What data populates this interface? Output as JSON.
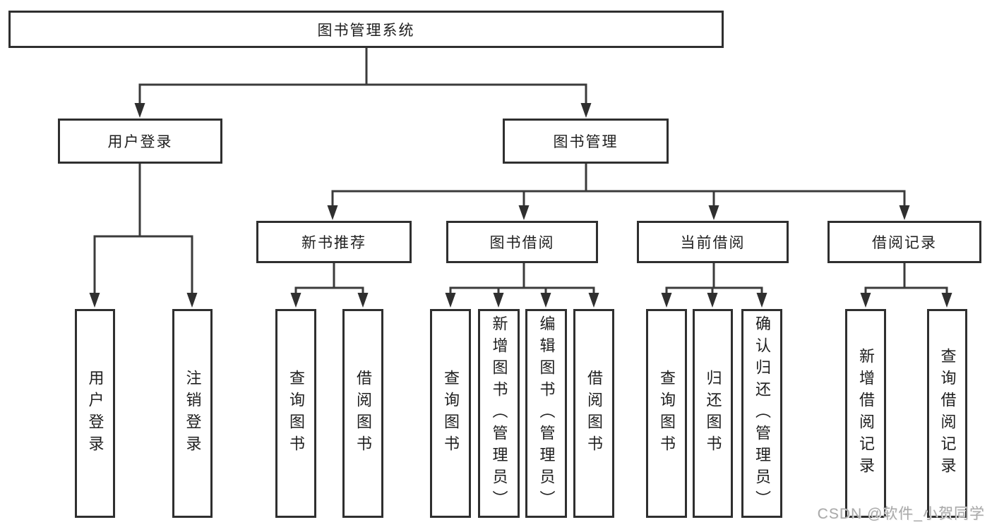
{
  "diagram_title": "图书管理系统",
  "nodes": {
    "root": {
      "label": "图书管理系统"
    },
    "user_login": {
      "label": "用户登录"
    },
    "book_mgmt": {
      "label": "图书管理"
    },
    "new_book_rec": {
      "label": "新书推荐"
    },
    "book_borrow": {
      "label": "图书借阅"
    },
    "current_borrow": {
      "label": "当前借阅"
    },
    "borrow_record": {
      "label": "借阅记录"
    },
    "leaf_user_login": {
      "label": "用户登录"
    },
    "leaf_logout": {
      "label": "注销登录"
    },
    "leaf_nbr_query": {
      "label": "查询图书"
    },
    "leaf_nbr_borrow": {
      "label": "借阅图书"
    },
    "leaf_bb_query": {
      "label": "查询图书"
    },
    "leaf_bb_add": {
      "label": "新增图书（管理员）"
    },
    "leaf_bb_edit": {
      "label": "编辑图书（管理员）"
    },
    "leaf_bb_borrow": {
      "label": "借阅图书"
    },
    "leaf_cb_query": {
      "label": "查询图书"
    },
    "leaf_cb_return": {
      "label": "归还图书"
    },
    "leaf_cb_confirm": {
      "label": "确认归还（管理员）"
    },
    "leaf_br_add": {
      "label": "新增借阅记录"
    },
    "leaf_br_query": {
      "label": "查询借阅记录"
    }
  },
  "hierarchy": {
    "图书管理系统": {
      "用户登录": [
        "用户登录",
        "注销登录"
      ],
      "图书管理": {
        "新书推荐": [
          "查询图书",
          "借阅图书"
        ],
        "图书借阅": [
          "查询图书",
          "新增图书（管理员）",
          "编辑图书（管理员）",
          "借阅图书"
        ],
        "当前借阅": [
          "查询图书",
          "归还图书",
          "确认归还（管理员）"
        ],
        "借阅记录": [
          "新增借阅记录",
          "查询借阅记录"
        ]
      }
    }
  },
  "watermark": "CSDN @软件_小贺同学",
  "colors": {
    "background": "#ffffff",
    "box_border": "#2f2f2f",
    "line": "#3b3b3b",
    "arrow_fill": "#2f2f2f",
    "text": "#1f1f1f",
    "watermark": "#a9a9a9"
  }
}
